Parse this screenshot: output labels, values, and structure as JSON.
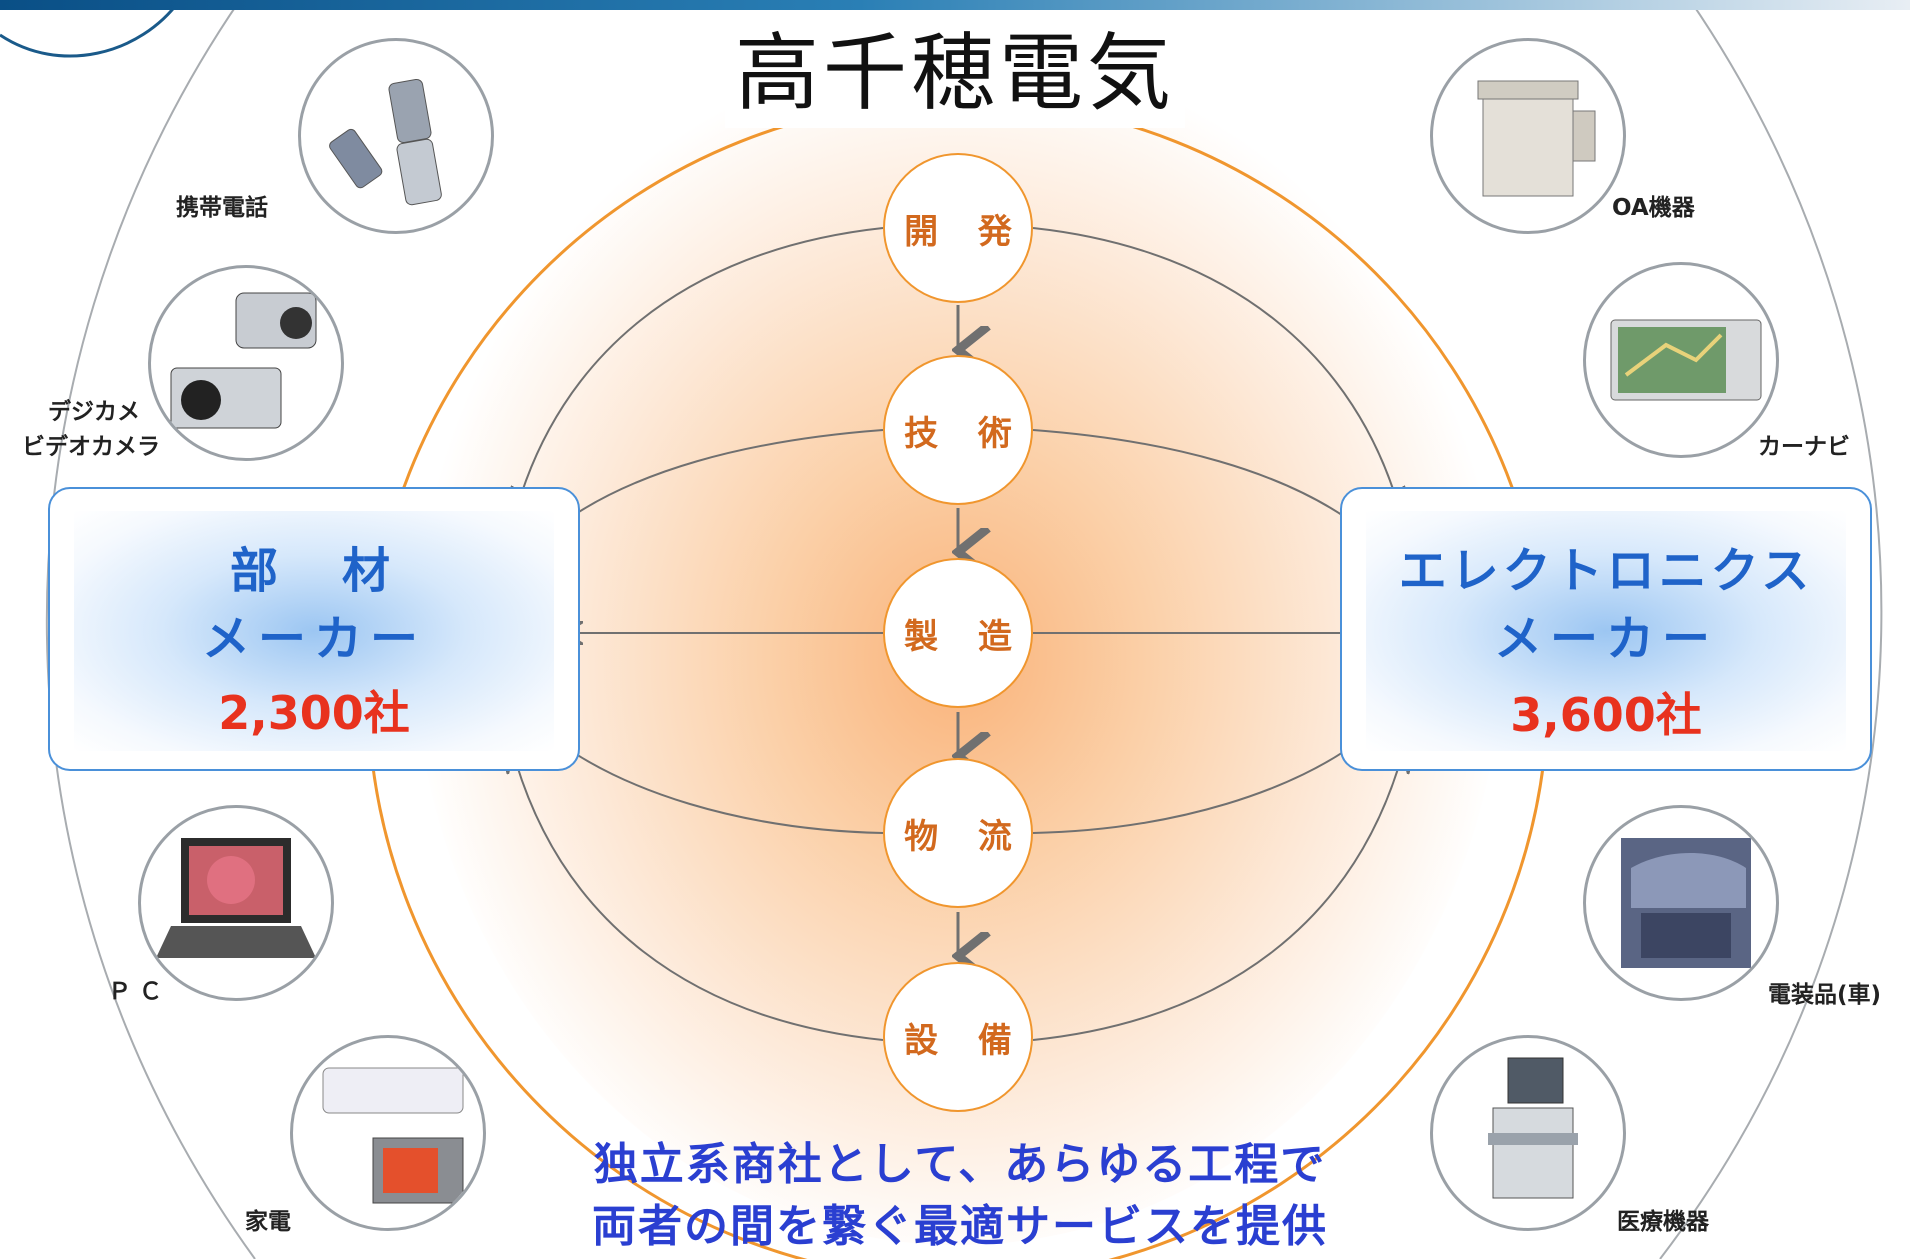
{
  "title": "高千穂電気",
  "steps": [
    "開 発",
    "技 術",
    "製 造",
    "物 流",
    "設 備"
  ],
  "left_maker": {
    "name_line1": "部　材",
    "name_line2": "メーカー",
    "count": "2,300社"
  },
  "right_maker": {
    "name_line1": "エレクトロニクス",
    "name_line2": "メーカー",
    "count": "3,600社"
  },
  "products": {
    "mobile": "携帯電話",
    "camera_line1": "デジカメ",
    "camera_line2": "ビデオカメラ",
    "pc": "Ｐ Ｃ",
    "appliance": "家電",
    "oa": "OA機器",
    "carnavi": "カーナビ",
    "car": "電装品(車)",
    "medical": "医療機器"
  },
  "slogan_line1": "独立系商社として、あらゆる工程で",
  "slogan_line2": "両者の間を繋ぐ最適サービスを提供",
  "colors": {
    "orange_ring": "#f0962e",
    "step_text": "#d2691e",
    "maker_text": "#1f63c9",
    "count_text": "#e8321e",
    "slogan_text": "#2a3fd1",
    "box_border": "#4a90d9"
  }
}
